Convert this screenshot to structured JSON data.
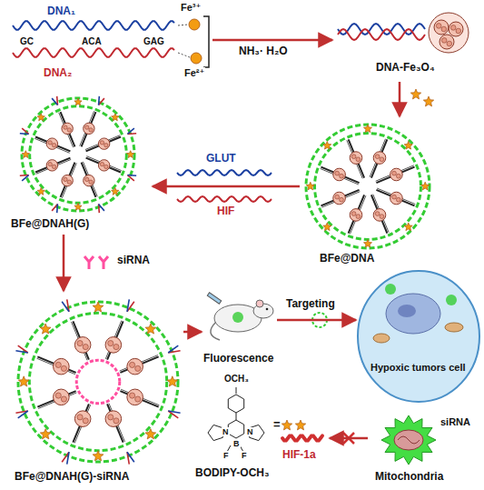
{
  "diagram": {
    "nodes": [
      {
        "text": [
          "DNA₁",
          "GC",
          "ACA",
          "GAG",
          "DNA₂"
        ]
      },
      {
        "text": [
          "DNA-Fe₃O₄"
        ]
      },
      {
        "text": [
          "BFe@DNA"
        ]
      },
      {
        "text": [
          "BFe@DNAH(G)"
        ]
      },
      {
        "text": [
          "BFe@DNAH(G)-siRNA"
        ]
      },
      {
        "text": [
          "Fluorescence"
        ]
      },
      {
        "text": [
          "Hypoxic tumors cell"
        ]
      },
      {
        "text": [
          "Mitochondria"
        ]
      },
      {
        "text": [
          "HIF-1a"
        ]
      }
    ],
    "edges": [
      {
        "from": 0,
        "to": 1,
        "arrow": "to",
        "label": "NH₃· H₂O"
      },
      {
        "from": 1,
        "to": 2,
        "arrow": "to"
      },
      {
        "from": 2,
        "to": 3,
        "arrow": "to"
      },
      {
        "from": 3,
        "to": 4,
        "arrow": "to",
        "label": "siRNA"
      },
      {
        "from": 4,
        "to": 5,
        "arrow": "to"
      },
      {
        "from": 5,
        "to": 6,
        "arrow": "to",
        "label": "Targeting"
      },
      {
        "from": 7,
        "to": 8,
        "arrow": "to"
      }
    ],
    "labels": [
      "Fe³⁺",
      "Fe²⁺",
      "GLUT",
      "HIF",
      "OCH₃",
      "N",
      "N",
      "B",
      "F",
      "F",
      "=",
      "BODIPY-OCH₃",
      "siRNA"
    ]
  }
}
